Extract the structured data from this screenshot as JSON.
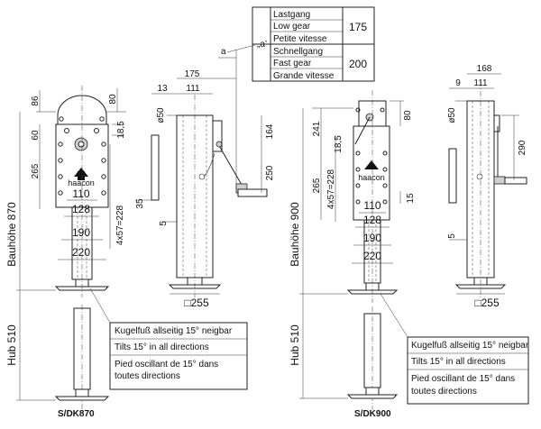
{
  "speed_table": {
    "slow_group": [
      "Lastgang",
      "Low gear",
      "Petite vitesse"
    ],
    "slow_value": "175",
    "fast_group": [
      "Schnellgang",
      "Fast gear",
      "Grande vitesse"
    ],
    "fast_value": "200",
    "ref_label": "„a’"
  },
  "foot_table_left": [
    "Kugelfuß allseitig 15° neigbar",
    "Tilts 15° in all directions",
    "Pied oscillant de 15° dans",
    "toutes directions"
  ],
  "foot_table_right": [
    "Kugelfuß allseitig 15° neigbar",
    "Tilts 15° in all directions",
    "Pied oscillant de 15° dans",
    "toutes directions"
  ],
  "sdk870": {
    "model": "S/DK870",
    "front_dims": {
      "d86": "86",
      "d80": "80",
      "d60": "60",
      "d18_5": "18,5",
      "d265": "265",
      "d110": "110",
      "d128": "128",
      "d190": "190",
      "d220": "220",
      "d4x57": "4x57=228"
    },
    "bauhoehe": "Bauhöhe  870",
    "hub": "Hub  510",
    "side_dims": {
      "d175": "175",
      "d13": "13",
      "d111": "111",
      "phi50": "ø50",
      "d164": "164",
      "d250": "250",
      "d35": "35",
      "d5": "5",
      "d255": "□255",
      "a": "a"
    }
  },
  "sdk900": {
    "model": "S/DK900",
    "front_dims": {
      "d80": "80",
      "d241": "241",
      "d18_5": "18,5",
      "d265": "265",
      "d4x57": "4x57=228",
      "d15": "15",
      "d110": "110",
      "d128": "128",
      "d190": "190",
      "d220": "220"
    },
    "bauhoehe": "Bauhöhe  900",
    "hub": "Hub 510",
    "side_dims": {
      "d168": "168",
      "d9": "9",
      "d111": "111",
      "phi50": "ø50",
      "d290": "290",
      "d5": "5",
      "d255": "□255"
    }
  },
  "brand": "haacon"
}
